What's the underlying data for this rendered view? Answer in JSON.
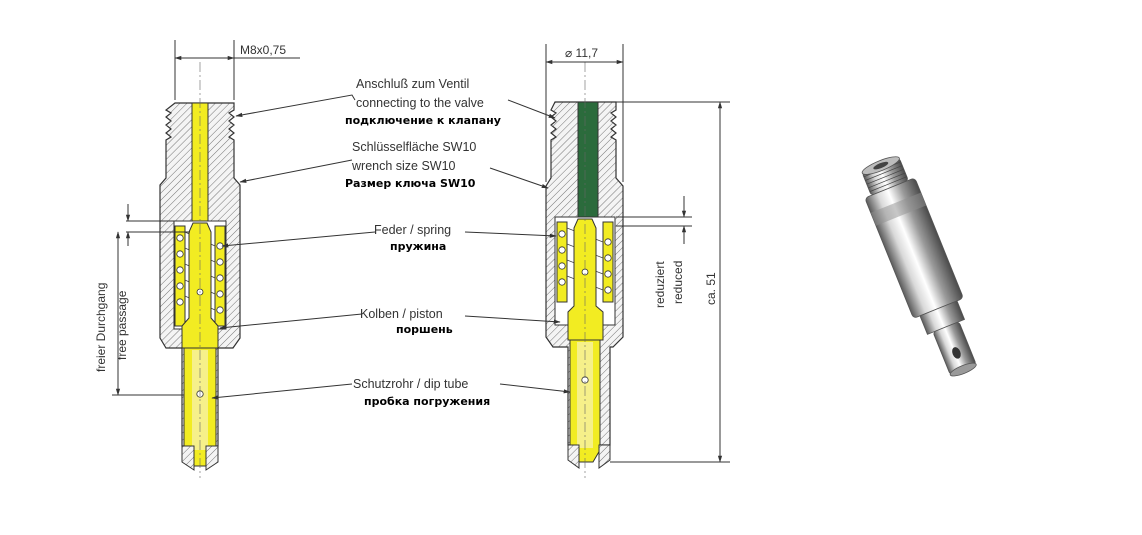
{
  "drawing_left": {
    "dim_thread": "M8x0,75",
    "dim_free_passage_de": "freier Durchgang",
    "dim_free_passage_en": "free passage"
  },
  "drawing_right": {
    "dim_diameter": "⌀ 11,7",
    "dim_reduced_de": "reduziert",
    "dim_reduced_en": "reduced",
    "dim_length": "ca. 51"
  },
  "labels": {
    "connect_de": "Anschluß zum Ventil",
    "connect_en": "connecting to the valve",
    "connect_ru": "подключение к клапану",
    "wrench_de": "Schlüsselfläche SW10",
    "wrench_en": "wrench size SW10",
    "wrench_ru": "Размер ключа SW10",
    "spring": "Feder / spring",
    "spring_ru": "пружина",
    "piston": "Kolben / piston",
    "piston_ru": "поршень",
    "tube": "Schutzrohr / dip tube",
    "tube_ru": "пробка погружения"
  },
  "colors": {
    "passage_yellow": "#f2ec22",
    "passage_green": "#2b6b3c",
    "hatch": "#555555"
  }
}
